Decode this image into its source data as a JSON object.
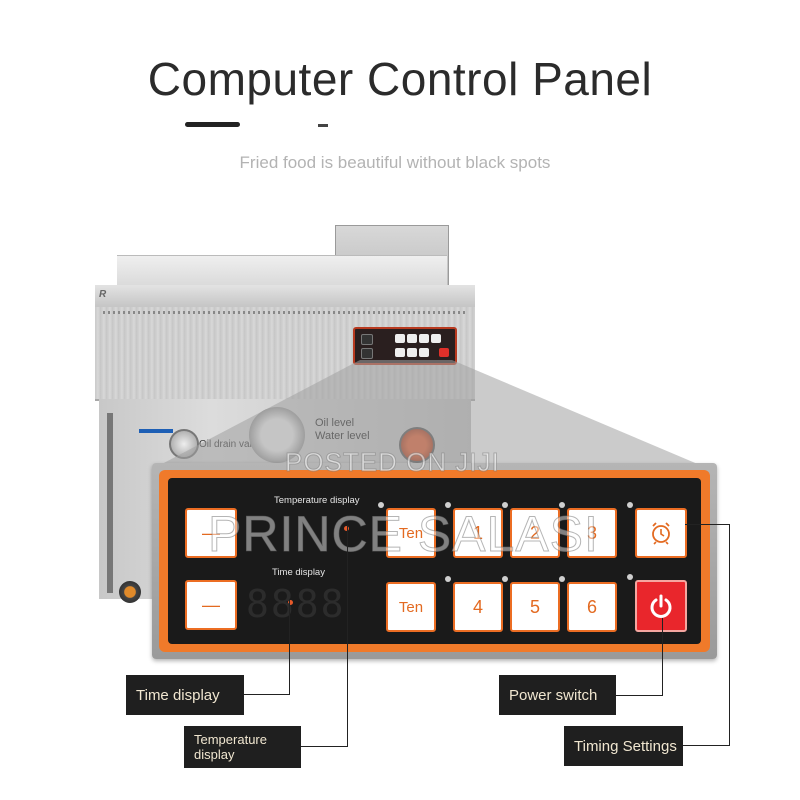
{
  "header": {
    "title": "Computer Control Panel",
    "subtitle": "Fried food is beautiful without black spots"
  },
  "machine": {
    "oil_drain_label": "Oil drain valve",
    "oil_level_label": "Oil level",
    "water_level_label": "Water level"
  },
  "panel": {
    "temperature_display_label": "Temperature display",
    "time_display_label": "Time display",
    "row1_ten": "Ten",
    "row2_ten": "Ten",
    "num_1": "1",
    "num_2": "2",
    "num_3": "3",
    "num_4": "4",
    "num_5": "5",
    "num_6": "6",
    "minus_key": "—",
    "plus_key": "—"
  },
  "watermark": {
    "line1": "POSTED ON JIJI",
    "line2": "PRINCE SALASI"
  },
  "callouts": {
    "time_display": "Time display",
    "temperature_display": "Temperature display",
    "power_switch": "Power switch",
    "timing_settings": "Timing Settings"
  },
  "colors": {
    "panel_orange": "#f07a2a",
    "panel_black": "#1a1a1a",
    "power_red": "#e9262c",
    "callout_bg": "#1f1f1f"
  }
}
